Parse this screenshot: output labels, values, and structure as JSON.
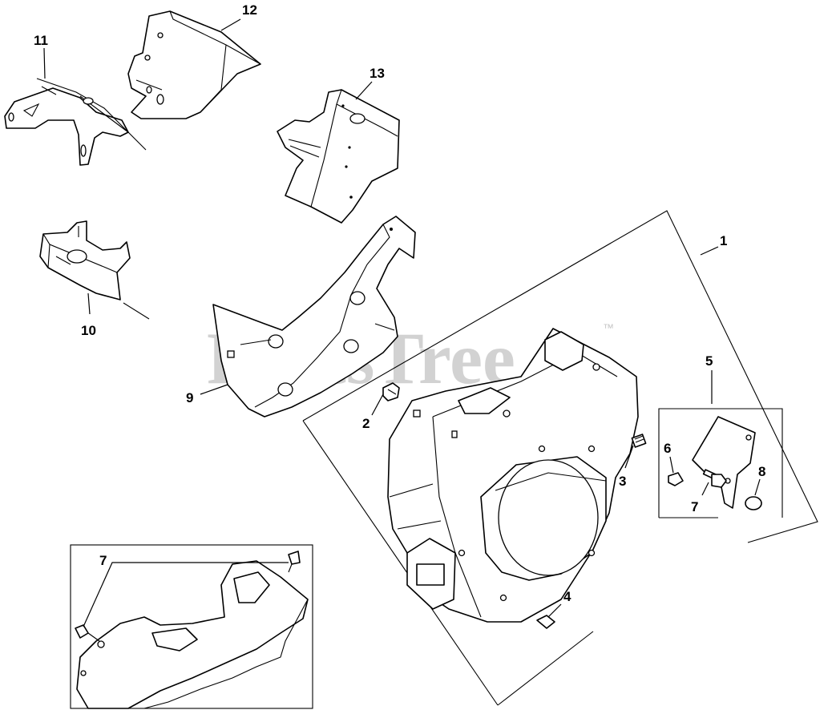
{
  "watermark": {
    "text": "PartsTree",
    "trademark": "™"
  },
  "callouts": {
    "c1": "1",
    "c2": "2",
    "c3": "3",
    "c4": "4",
    "c5": "5",
    "c6": "6",
    "c7a": "7",
    "c7b": "7",
    "c8": "8",
    "c9": "9",
    "c10": "10",
    "c11": "11",
    "c12": "12",
    "c13": "13"
  }
}
